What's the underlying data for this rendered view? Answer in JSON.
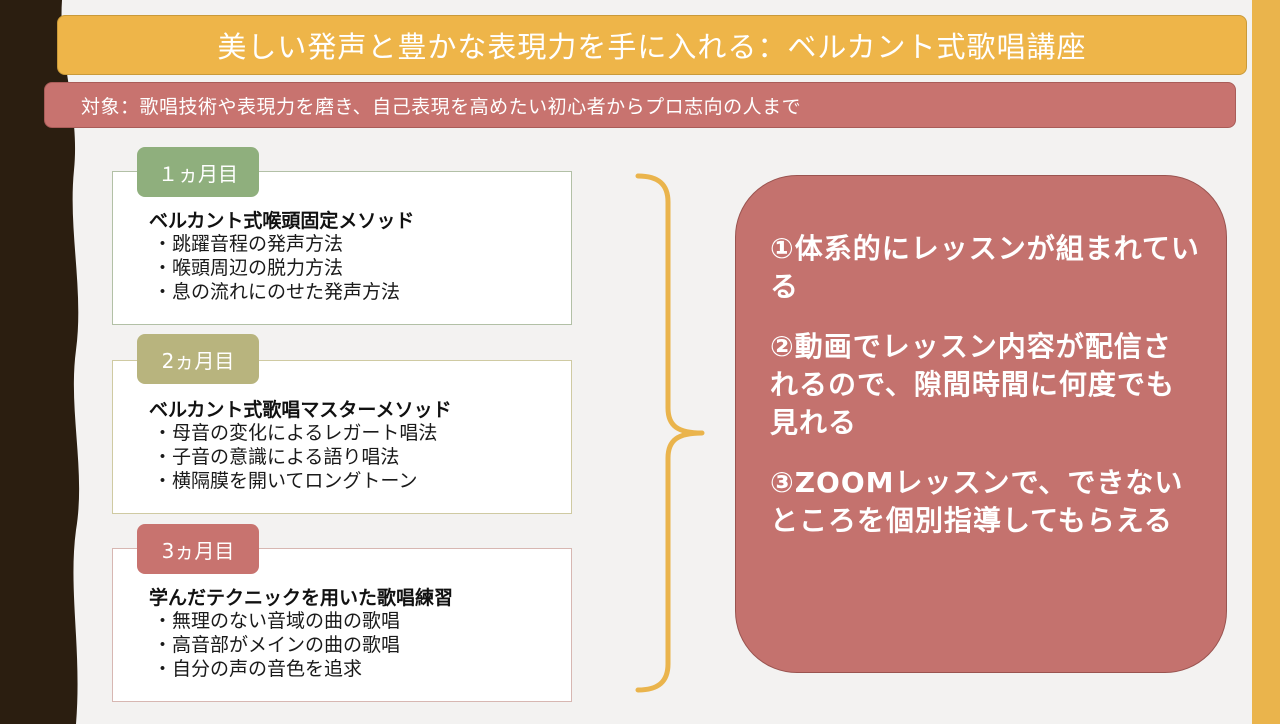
{
  "title": "美しい発声と豊かな表現力を手に入れる：ベルカント式歌唱講座",
  "target": "対象：歌唱技術や表現力を磨き、自己表現を高めたい初心者からプロ志向の人まで",
  "months": [
    {
      "tag": "１ヵ月目",
      "heading": "ベルカント式喉頭固定メソッド",
      "items": [
        "・跳躍音程の発声方法",
        "・喉頭周辺の脱力方法",
        "・息の流れにのせた発声方法"
      ]
    },
    {
      "tag": "2ヵ月目",
      "heading": "ベルカント式歌唱マスターメソッド",
      "items": [
        "・母音の変化によるレガート唱法",
        "・子音の意識による語り唱法",
        "・横隔膜を開いてロングトーン"
      ]
    },
    {
      "tag": "3ヵ月目",
      "heading": "学んだテクニックを用いた歌唱練習",
      "items": [
        "・無理のない音域の曲の歌唱",
        "・高音部がメインの曲の歌唱",
        "・自分の声の音色を追求"
      ]
    }
  ],
  "summary": [
    "①体系的にレッスンが組まれている",
    "②動画でレッスン内容が配信されるので、隙間時間に何度でも見れる",
    "③ZOOMレッスンで、できないところを個別指導してもらえる"
  ],
  "colors": {
    "title_bg": "#eeb549",
    "target_bg": "#c8736f",
    "month1": "#8faf7d",
    "month2": "#b8b47e",
    "month3": "#c8736f",
    "summary_bg": "#c4726e",
    "bracket": "#eab44c"
  }
}
